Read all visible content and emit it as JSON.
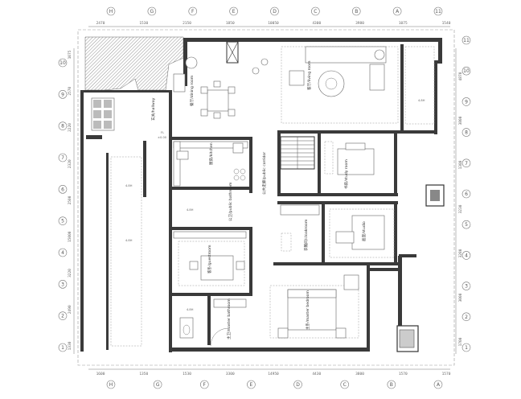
{
  "plan": {
    "grid_top": [
      "H",
      "G",
      "F",
      "E",
      "D",
      "C",
      "B",
      "A",
      "11"
    ],
    "grid_bottom": [
      "H",
      "G",
      "F",
      "E",
      "D",
      "C",
      "B",
      "A"
    ],
    "grid_left": [
      "10",
      "9",
      "8",
      "7",
      "6",
      "5",
      "4",
      "3",
      "2",
      "1"
    ],
    "grid_right": [
      "11",
      "10",
      "9",
      "8",
      "7",
      "6",
      "5",
      "4",
      "3",
      "2",
      "1"
    ],
    "dims_top": [
      "2470",
      "1530",
      "2150",
      "1850",
      "10050",
      "4300",
      "3980",
      "1075",
      "1540"
    ],
    "dims_bottom": [
      "1600",
      "1350",
      "1530",
      "3300",
      "14950",
      "4430",
      "3800",
      "1570",
      "1570"
    ],
    "dims_left": [
      "1075",
      "2570",
      "2220",
      "2320",
      "2500",
      "15000",
      "3220",
      "2490",
      "1330"
    ],
    "dims_right": [
      "4870",
      "3800",
      "1380",
      "3230",
      "3280",
      "3000",
      "1700"
    ],
    "rooms": {
      "living": "客厅/living room",
      "dining": "餐厅/dining room",
      "kitchen": "厨房/kitchen",
      "hallway": "玄关/hallway",
      "corridor": "公共走廊/public corridor",
      "study": "书房/study room",
      "bathroom": "公卫/public bathroom",
      "cloakroom": "衣帽间/cloakroom",
      "studio": "画室/studio",
      "guestroom": "客卧/guestroom",
      "master_bedroom": "主卧/master bedroom",
      "master_bath": "主卫/master bathroom"
    },
    "elevations": [
      "FL",
      "±0.00",
      "4.8H",
      "4.8H",
      "4.8H",
      "4.8H",
      "4.8H"
    ]
  }
}
